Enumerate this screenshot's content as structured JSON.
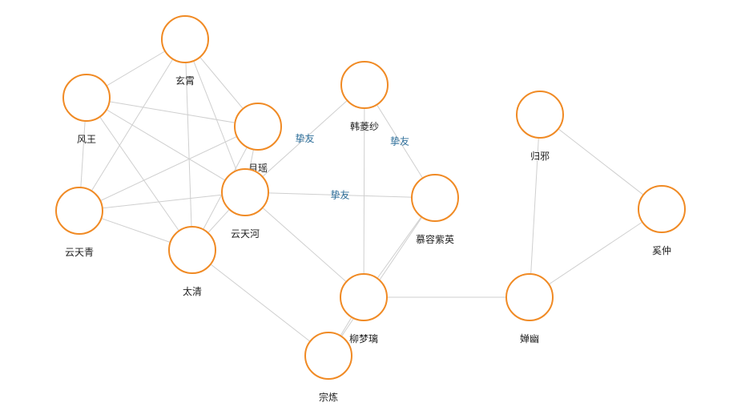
{
  "graph": {
    "nodes": [
      {
        "id": "xuanxiao",
        "label": "玄霄",
        "icon": "avatar-red-hair-man",
        "palette": {
          "bg": "#e8c9a8",
          "hair": "#8e1a14",
          "robe": "#7b4aa0",
          "skin": "#f3d3b5"
        }
      },
      {
        "id": "fengyu",
        "label": "风王",
        "icon": "avatar-black-hair-woman",
        "palette": {
          "bg": "#d9e7ee",
          "hair": "#15202e",
          "robe": "#3aa3a0",
          "skin": "#f5dcc6"
        }
      },
      {
        "id": "yuyao",
        "label": "月瑶",
        "icon": "avatar-crowned-girl",
        "palette": {
          "bg": "#c9dfe6",
          "hair": "#1b1b22",
          "robe": "#cfa24a",
          "skin": "#f5dcc6"
        }
      },
      {
        "id": "yuntianhe",
        "label": "云天河",
        "icon": "avatar-young-man",
        "palette": {
          "bg": "#cfe0ea",
          "hair": "#0e0e12",
          "robe": "#2f6fa8",
          "skin": "#f2d2b4"
        }
      },
      {
        "id": "yuntianqing",
        "label": "云天青",
        "icon": "avatar-long-hair-man",
        "palette": {
          "bg": "#dde5ee",
          "hair": "#1a1d2c",
          "robe": "#3a3e6a",
          "skin": "#f2d8c2"
        }
      },
      {
        "id": "taiqing",
        "label": "太清",
        "icon": "avatar-white-beard-elder",
        "palette": {
          "bg": "#d4dde5",
          "hair": "#f2f2f2",
          "robe": "#2d4b6e",
          "skin": "#e9cdb2"
        }
      },
      {
        "id": "hanlingsha",
        "label": "韩菱纱",
        "icon": "avatar-purple-girl",
        "palette": {
          "bg": "#e4e0ee",
          "hair": "#201a2e",
          "robe": "#7d4fb0",
          "skin": "#f6dcc8"
        }
      },
      {
        "id": "murongziying",
        "label": "慕容紫英",
        "icon": "avatar-purple-hair-man",
        "palette": {
          "bg": "#d8dcec",
          "hair": "#2a2058",
          "robe": "#274e8c",
          "skin": "#f1d3bd"
        }
      },
      {
        "id": "liumengli",
        "label": "柳梦璃",
        "icon": "avatar-dark-hair-girl",
        "palette": {
          "bg": "#e2e8ee",
          "hair": "#241630",
          "robe": "#c5a8cc",
          "skin": "#f6dccb"
        }
      },
      {
        "id": "zonglian",
        "label": "宗炼",
        "icon": "avatar-bald-elder",
        "palette": {
          "bg": "#d6dde4",
          "hair": "#f2f2f2",
          "robe": "#2c5f8e",
          "skin": "#e7c9ab"
        }
      },
      {
        "id": "guixie",
        "label": "归邪",
        "icon": "avatar-silver-hair-man",
        "palette": {
          "bg": "#d8cfc4",
          "hair": "#e8e8e8",
          "robe": "#6e6e6e",
          "skin": "#f3dcc9"
        }
      },
      {
        "id": "xizhong",
        "label": "奚仲",
        "icon": "avatar-white-hair-man",
        "palette": {
          "bg": "#e6d6c4",
          "hair": "#efefef",
          "robe": "#a87a5a",
          "skin": "#f4dccb"
        }
      },
      {
        "id": "chanyou",
        "label": "婵幽",
        "icon": "avatar-silver-hair-woman",
        "palette": {
          "bg": "#d7d0da",
          "hair": "#e2dbe6",
          "robe": "#8e2038",
          "skin": "#f6dfd2"
        }
      }
    ],
    "edges": [
      {
        "source": "xuanxiao",
        "target": "fengyu",
        "label": ""
      },
      {
        "source": "xuanxiao",
        "target": "yuyao",
        "label": ""
      },
      {
        "source": "xuanxiao",
        "target": "yuntianhe",
        "label": ""
      },
      {
        "source": "xuanxiao",
        "target": "yuntianqing",
        "label": ""
      },
      {
        "source": "xuanxiao",
        "target": "taiqing",
        "label": ""
      },
      {
        "source": "fengyu",
        "target": "yuyao",
        "label": ""
      },
      {
        "source": "fengyu",
        "target": "yuntianhe",
        "label": ""
      },
      {
        "source": "fengyu",
        "target": "yuntianqing",
        "label": ""
      },
      {
        "source": "fengyu",
        "target": "taiqing",
        "label": ""
      },
      {
        "source": "yuyao",
        "target": "yuntianhe",
        "label": ""
      },
      {
        "source": "yuyao",
        "target": "yuntianqing",
        "label": ""
      },
      {
        "source": "yuyao",
        "target": "taiqing",
        "label": ""
      },
      {
        "source": "yuntianhe",
        "target": "yuntianqing",
        "label": ""
      },
      {
        "source": "yuntianhe",
        "target": "taiqing",
        "label": ""
      },
      {
        "source": "yuntianqing",
        "target": "taiqing",
        "label": ""
      },
      {
        "source": "yuntianhe",
        "target": "hanlingsha",
        "label": "挚友"
      },
      {
        "source": "yuntianhe",
        "target": "murongziying",
        "label": "挚友"
      },
      {
        "source": "hanlingsha",
        "target": "murongziying",
        "label": "挚友"
      },
      {
        "source": "hanlingsha",
        "target": "liumengli",
        "label": ""
      },
      {
        "source": "yuntianhe",
        "target": "liumengli",
        "label": ""
      },
      {
        "source": "murongziying",
        "target": "liumengli",
        "label": ""
      },
      {
        "source": "murongziying",
        "target": "zonglian",
        "label": ""
      },
      {
        "source": "liumengli",
        "target": "zonglian",
        "label": ""
      },
      {
        "source": "taiqing",
        "target": "zonglian",
        "label": ""
      },
      {
        "source": "liumengli",
        "target": "chanyou",
        "label": ""
      },
      {
        "source": "guixie",
        "target": "chanyou",
        "label": ""
      },
      {
        "source": "guixie",
        "target": "xizhong",
        "label": ""
      },
      {
        "source": "xizhong",
        "target": "chanyou",
        "label": ""
      }
    ]
  }
}
